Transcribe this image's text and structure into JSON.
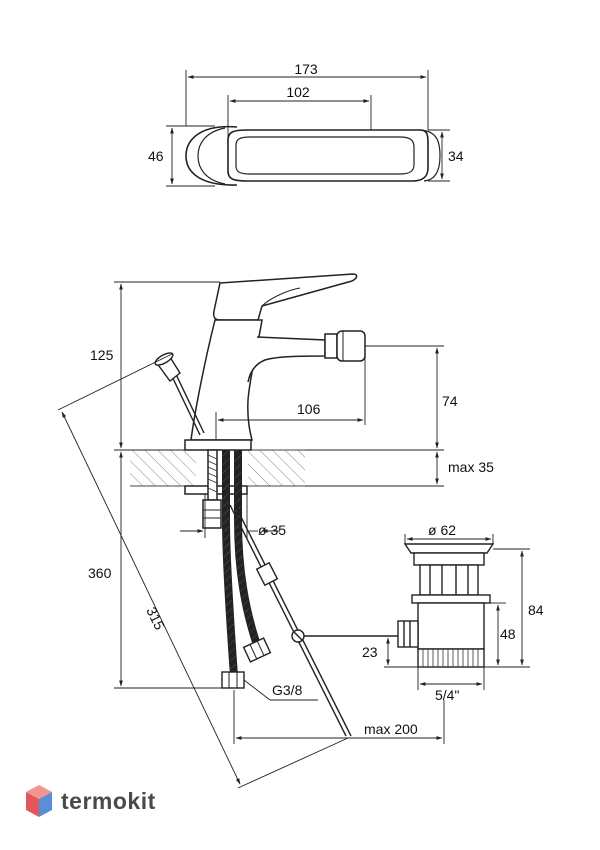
{
  "top_view": {
    "width_total": "173",
    "width_handle": "102",
    "height_left": "46",
    "height_right": "34"
  },
  "side_view": {
    "height_spout": "125",
    "reach": "106",
    "outlet_height": "74",
    "max_thickness": "max 35",
    "hole_diameter": "ø 35",
    "total_height": "360",
    "hose_length": "315",
    "connection": "G3/8",
    "rod_reach": "max 200"
  },
  "drain": {
    "diameter": "ø 62",
    "height_total": "84",
    "height_body": "48",
    "offset": "23",
    "thread": "5/4\""
  },
  "brand": {
    "name": "termokit",
    "colors": {
      "top": "#f2948f",
      "left": "#e2575c",
      "right": "#5a8fd8",
      "text": "#4a4a4a"
    }
  }
}
